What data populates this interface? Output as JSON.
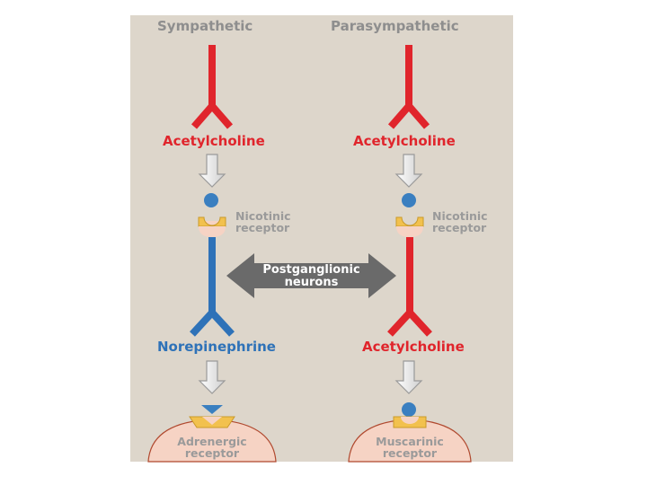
{
  "headers": {
    "left": "Sympathetic",
    "right": "Parasympathetic"
  },
  "preganglionic": {
    "left_transmitter": "Acetylcholine",
    "right_transmitter": "Acetylcholine"
  },
  "ganglionic_receptor": {
    "left_line1": "Nicotinic",
    "left_line2": "receptor",
    "right_line1": "Nicotinic",
    "right_line2": "receptor"
  },
  "postganglionic": {
    "label_line1": "Postganglionic",
    "label_line2": "neurons",
    "left_transmitter": "Norepinephrine",
    "right_transmitter": "Acetylcholine"
  },
  "target_receptor": {
    "left_line1": "Adrenergic",
    "left_line2": "receptor",
    "right_line1": "Muscarinic",
    "right_line2": "receptor"
  },
  "colors": {
    "background": "#ddd6cb",
    "red_neuron": "#e0252c",
    "blue_neuron": "#2e72b8",
    "header_gray": "#8e8e8e",
    "receptor_yellow": "#f2c14e",
    "target_cell": "#f6d3c4",
    "double_arrow": "#6a6a6a"
  }
}
